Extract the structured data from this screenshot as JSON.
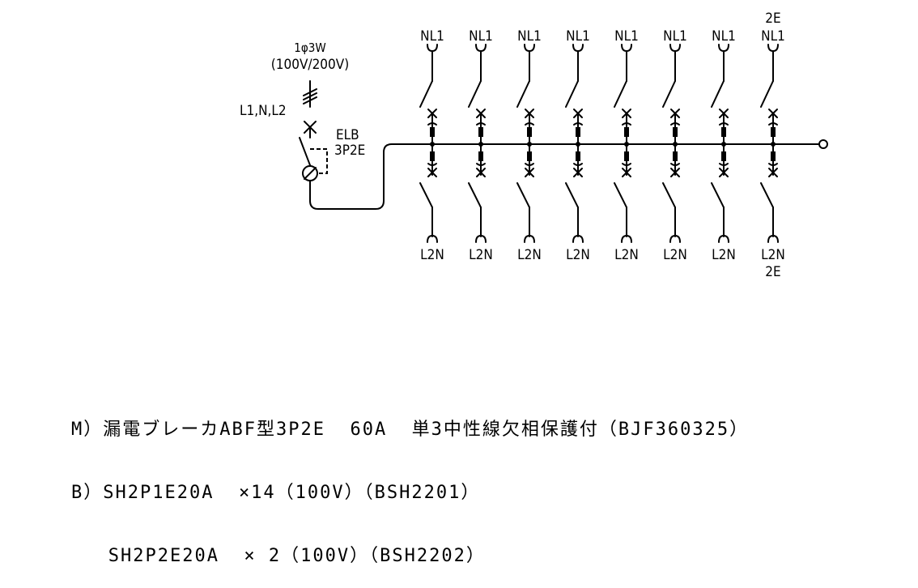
{
  "supply": {
    "phase": "1φ3W",
    "voltage": "(100V/200V)",
    "conductors": "L1,N,L2"
  },
  "main_breaker": {
    "type": "ELB",
    "poles": "3P2E"
  },
  "branches_top": [
    "NL1",
    "NL1",
    "NL1",
    "NL1",
    "NL1",
    "NL1",
    "NL1",
    "NL1"
  ],
  "branches_bottom": [
    "L2N",
    "L2N",
    "L2N",
    "L2N",
    "L2N",
    "L2N",
    "L2N",
    "L2N"
  ],
  "branch_last_top_prefix": "2E",
  "branch_last_bottom_suffix": "2E",
  "notes": [
    "M）漏電ブレーカABF型3P2E  60A  単3中性線欠相保護付（BJF360325）",
    "B）SH2P1E20A  ×14（100V）（BSH2201）",
    "   SH2P2E20A  × 2（100V）（BSH2202）"
  ]
}
